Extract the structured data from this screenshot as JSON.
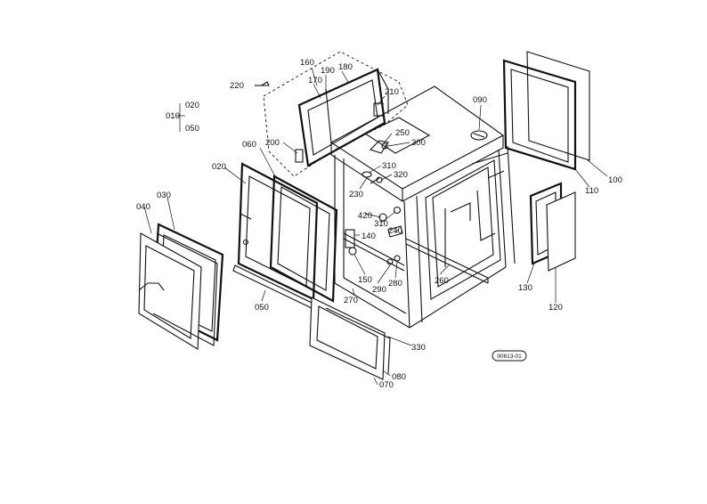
{
  "diagram": {
    "labels": [
      {
        "id": "p160",
        "text": "160"
      },
      {
        "id": "p190",
        "text": "190"
      },
      {
        "id": "p180",
        "text": "180"
      },
      {
        "id": "p170",
        "text": "170"
      },
      {
        "id": "p220",
        "text": "220"
      },
      {
        "id": "p210",
        "text": "210"
      },
      {
        "id": "p090a",
        "text": "090"
      },
      {
        "id": "p020a",
        "text": "020"
      },
      {
        "id": "p010",
        "text": "010"
      },
      {
        "id": "p050a",
        "text": "050"
      },
      {
        "id": "p200",
        "text": "200"
      },
      {
        "id": "p060",
        "text": "060"
      },
      {
        "id": "p250",
        "text": "250"
      },
      {
        "id": "p300",
        "text": "300"
      },
      {
        "id": "p310a",
        "text": "310"
      },
      {
        "id": "p320",
        "text": "320"
      },
      {
        "id": "p230",
        "text": "230"
      },
      {
        "id": "p020b",
        "text": "020"
      },
      {
        "id": "p030",
        "text": "030"
      },
      {
        "id": "p040",
        "text": "040"
      },
      {
        "id": "p420",
        "text": "420"
      },
      {
        "id": "p310b",
        "text": "310"
      },
      {
        "id": "p240",
        "text": "240"
      },
      {
        "id": "p140",
        "text": "140"
      },
      {
        "id": "p150",
        "text": "150"
      },
      {
        "id": "p290",
        "text": "290"
      },
      {
        "id": "p280",
        "text": "280"
      },
      {
        "id": "p260",
        "text": "260"
      },
      {
        "id": "p270",
        "text": "270"
      },
      {
        "id": "p050b",
        "text": "050"
      },
      {
        "id": "p330",
        "text": "330"
      },
      {
        "id": "p080",
        "text": "080"
      },
      {
        "id": "p070",
        "text": "070"
      },
      {
        "id": "p100",
        "text": "100"
      },
      {
        "id": "p110",
        "text": "110"
      },
      {
        "id": "p130",
        "text": "130"
      },
      {
        "id": "p120",
        "text": "120"
      }
    ],
    "reference_code": "90613-01"
  }
}
